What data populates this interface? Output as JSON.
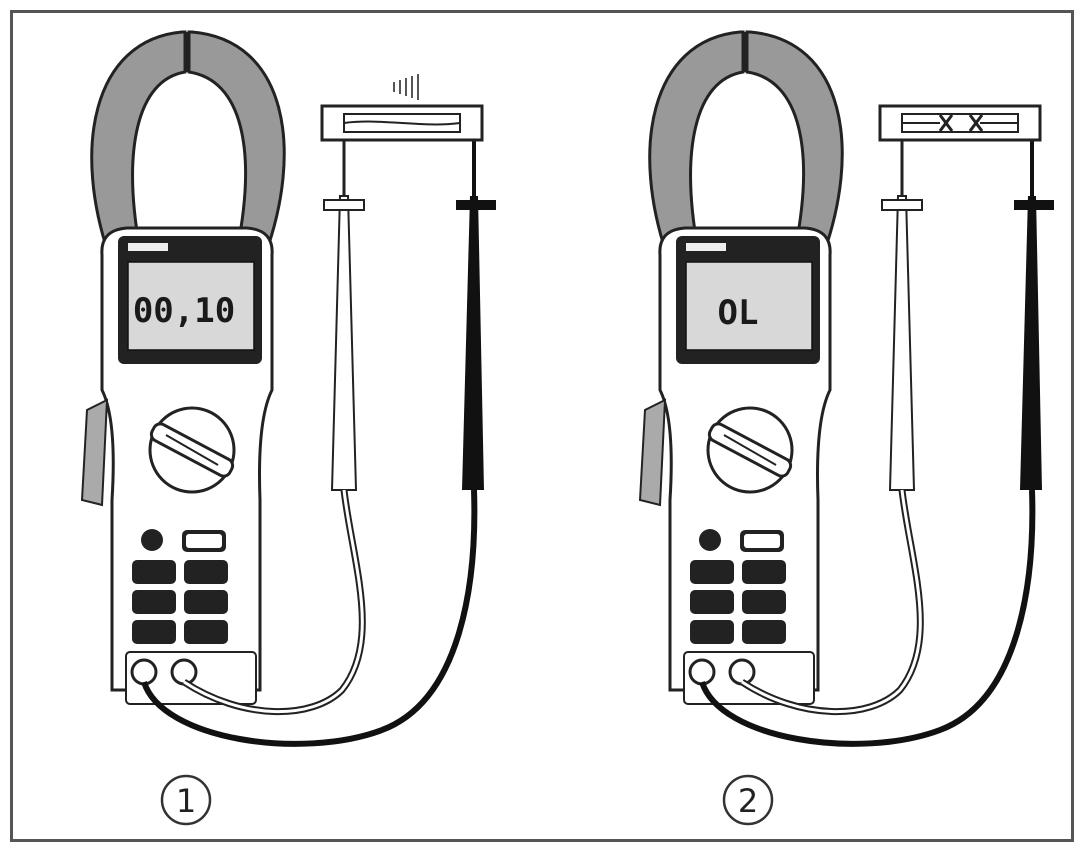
{
  "figure": {
    "panels": [
      {
        "label": "1",
        "display": "00,10",
        "state": "continuity",
        "sound": "beep-icon"
      },
      {
        "label": "2",
        "display": "OL",
        "state": "open-circuit",
        "fault": "broken-fuse"
      }
    ]
  }
}
